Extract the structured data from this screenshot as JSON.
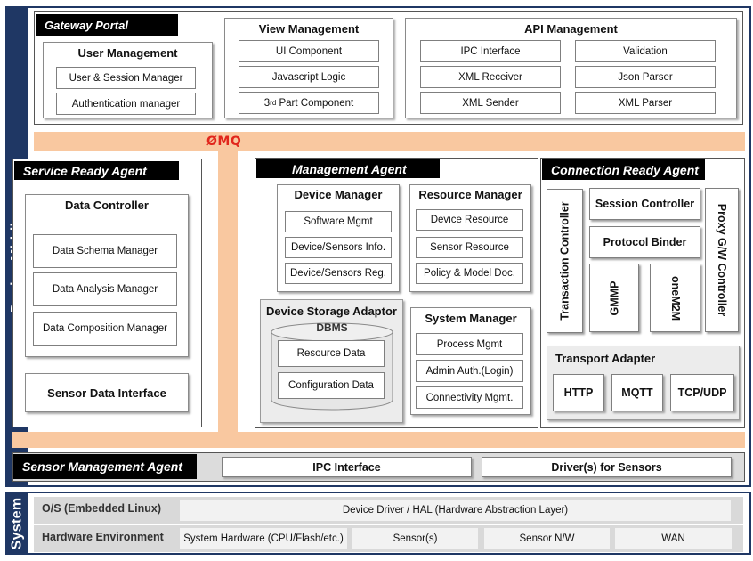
{
  "device_middleware_label": "Device Middleware",
  "system_label": "System",
  "zmq_logo_text": "ØMQ",
  "gateway_portal": {
    "title": "Gateway  Portal",
    "user_management": {
      "title": "User Management",
      "items": [
        "User & Session Manager",
        "Authentication manager"
      ]
    }
  },
  "view_management": {
    "title": "View Management",
    "items": [
      "UI Component",
      "Javascript Logic"
    ],
    "third_party_prefix": "3",
    "third_party_sup": "rd",
    "third_party_rest": " Part Component"
  },
  "api_management": {
    "title": "API Management",
    "left_items": [
      "IPC Interface",
      "XML Receiver",
      "XML Sender"
    ],
    "right_items": [
      "Validation",
      "Json Parser",
      "XML Parser"
    ]
  },
  "service_ready_agent": {
    "title": "Service Ready Agent",
    "data_controller": {
      "title": "Data Controller",
      "items": [
        "Data Schema Manager",
        "Data Analysis Manager",
        "Data Composition Manager"
      ]
    },
    "sensor_data_interface": "Sensor Data Interface"
  },
  "management_agent": {
    "title": "Management Agent",
    "device_manager": {
      "title": "Device Manager",
      "items": [
        "Software Mgmt",
        "Device/Sensors Info.",
        "Device/Sensors Reg."
      ]
    },
    "resource_manager": {
      "title": "Resource Manager",
      "items": [
        "Device Resource",
        "Sensor Resource",
        "Policy & Model Doc."
      ]
    },
    "device_storage_adaptor": {
      "title": "Device Storage Adaptor",
      "dbms": "DBMS",
      "items": [
        "Resource Data",
        "Configuration Data"
      ]
    },
    "system_manager": {
      "title": "System Manager",
      "items": [
        "Process Mgmt",
        "Admin Auth.(Login)",
        "Connectivity Mgmt."
      ]
    }
  },
  "connection_ready_agent": {
    "title": "Connection Ready Agent",
    "transaction_controller": "Transaction Controller",
    "session_controller": "Session Controller",
    "protocol_binder": "Protocol Binder",
    "gmmp": "GMMP",
    "onem2m": "oneM2M",
    "proxy_controller": "Proxy G/W Controller",
    "transport_adapter": {
      "title": "Transport Adapter",
      "items": [
        "HTTP",
        "MQTT",
        "TCP/UDP"
      ]
    }
  },
  "sensor_management_agent": {
    "title": "Sensor Management Agent",
    "items": [
      "IPC Interface",
      "Driver(s) for Sensors"
    ]
  },
  "system": {
    "os": {
      "label": "O/S (Embedded Linux)",
      "item": "Device Driver / HAL (Hardware Abstraction Layer)"
    },
    "hardware": {
      "label": "Hardware Environment",
      "items": [
        "System Hardware (CPU/Flash/etc.)",
        "Sensor(s)",
        "Sensor N/W",
        "WAN"
      ]
    }
  }
}
